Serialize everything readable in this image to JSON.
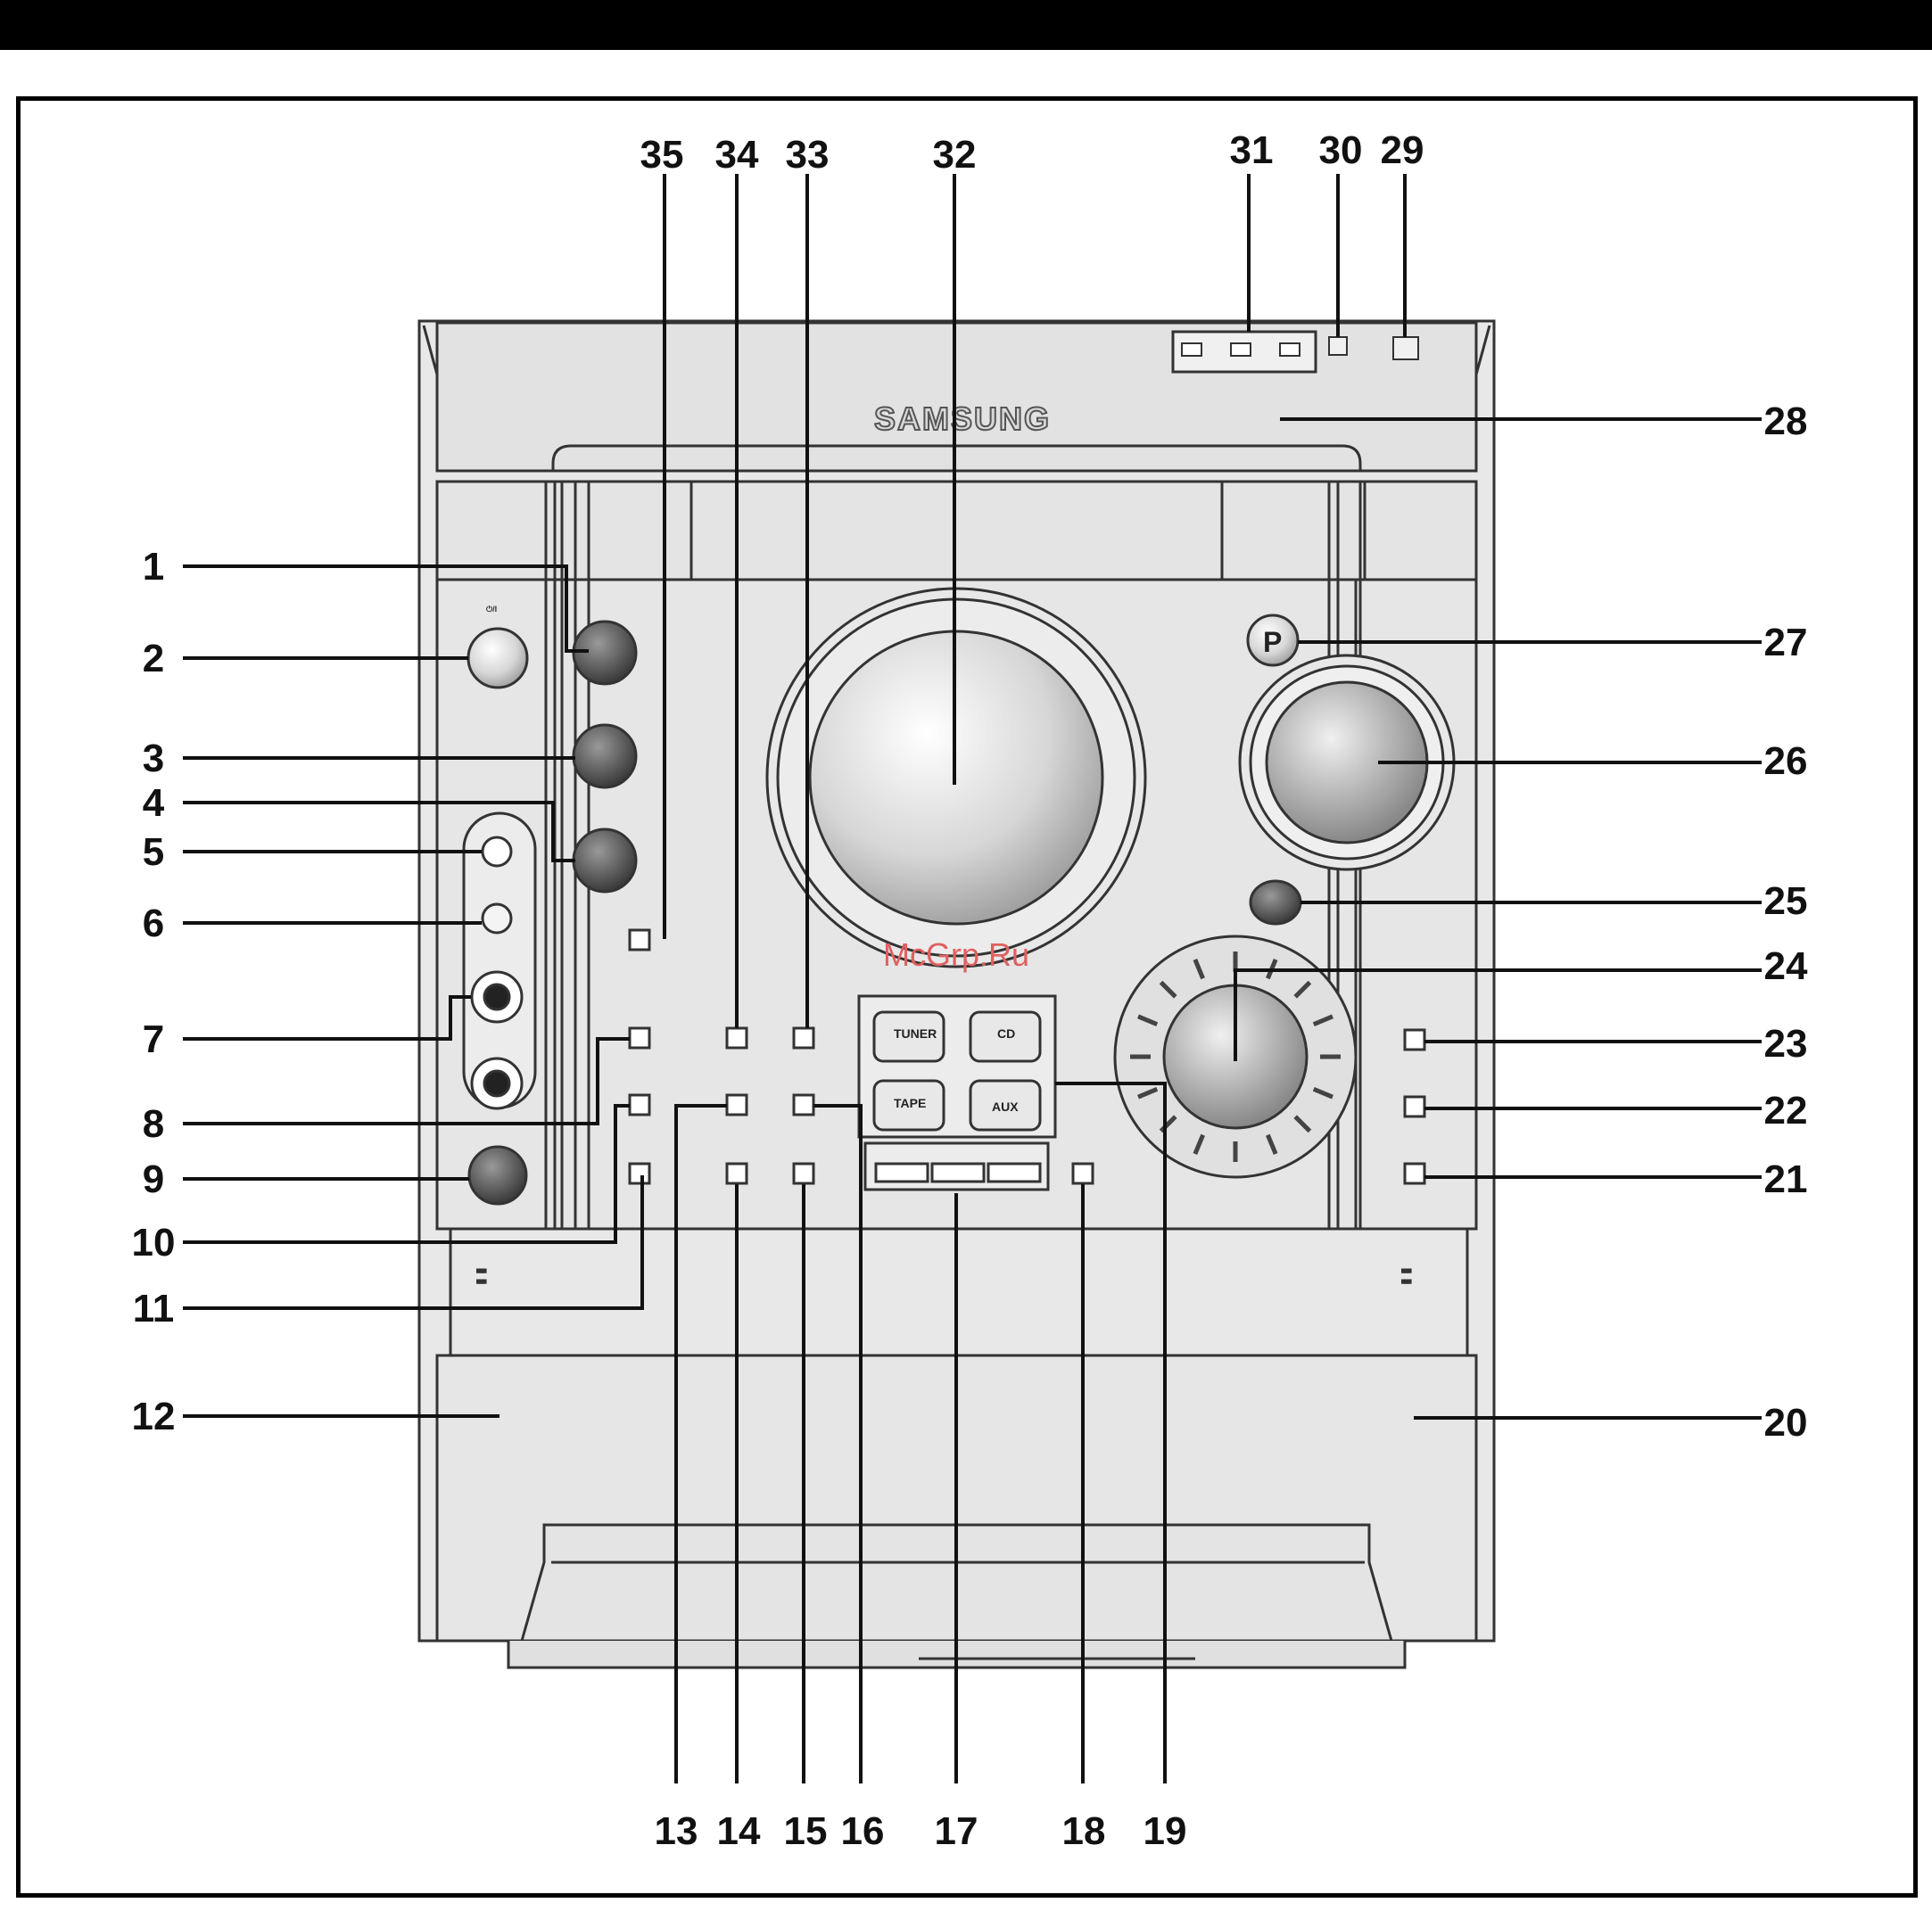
{
  "brand": "SAMSUNG",
  "watermark": "McGrp.Ru",
  "callouts": {
    "left": [
      "1",
      "2",
      "3",
      "4",
      "5",
      "6",
      "7",
      "8",
      "9",
      "10",
      "11",
      "12"
    ],
    "bottom": [
      "13",
      "14",
      "15",
      "16",
      "17",
      "18",
      "19"
    ],
    "right": [
      "20",
      "21",
      "22",
      "23",
      "24",
      "25",
      "26",
      "27",
      "28"
    ],
    "top": [
      "29",
      "30",
      "31",
      "32",
      "33",
      "34",
      "35"
    ]
  },
  "source_buttons": {
    "tuner": "TUNER",
    "cd": "CD",
    "tape": "TAPE",
    "aux": "AUX"
  },
  "p_logo": "P",
  "colors": {
    "panel": "#e6e6e6",
    "outline": "#333333",
    "leader": "#111111"
  }
}
